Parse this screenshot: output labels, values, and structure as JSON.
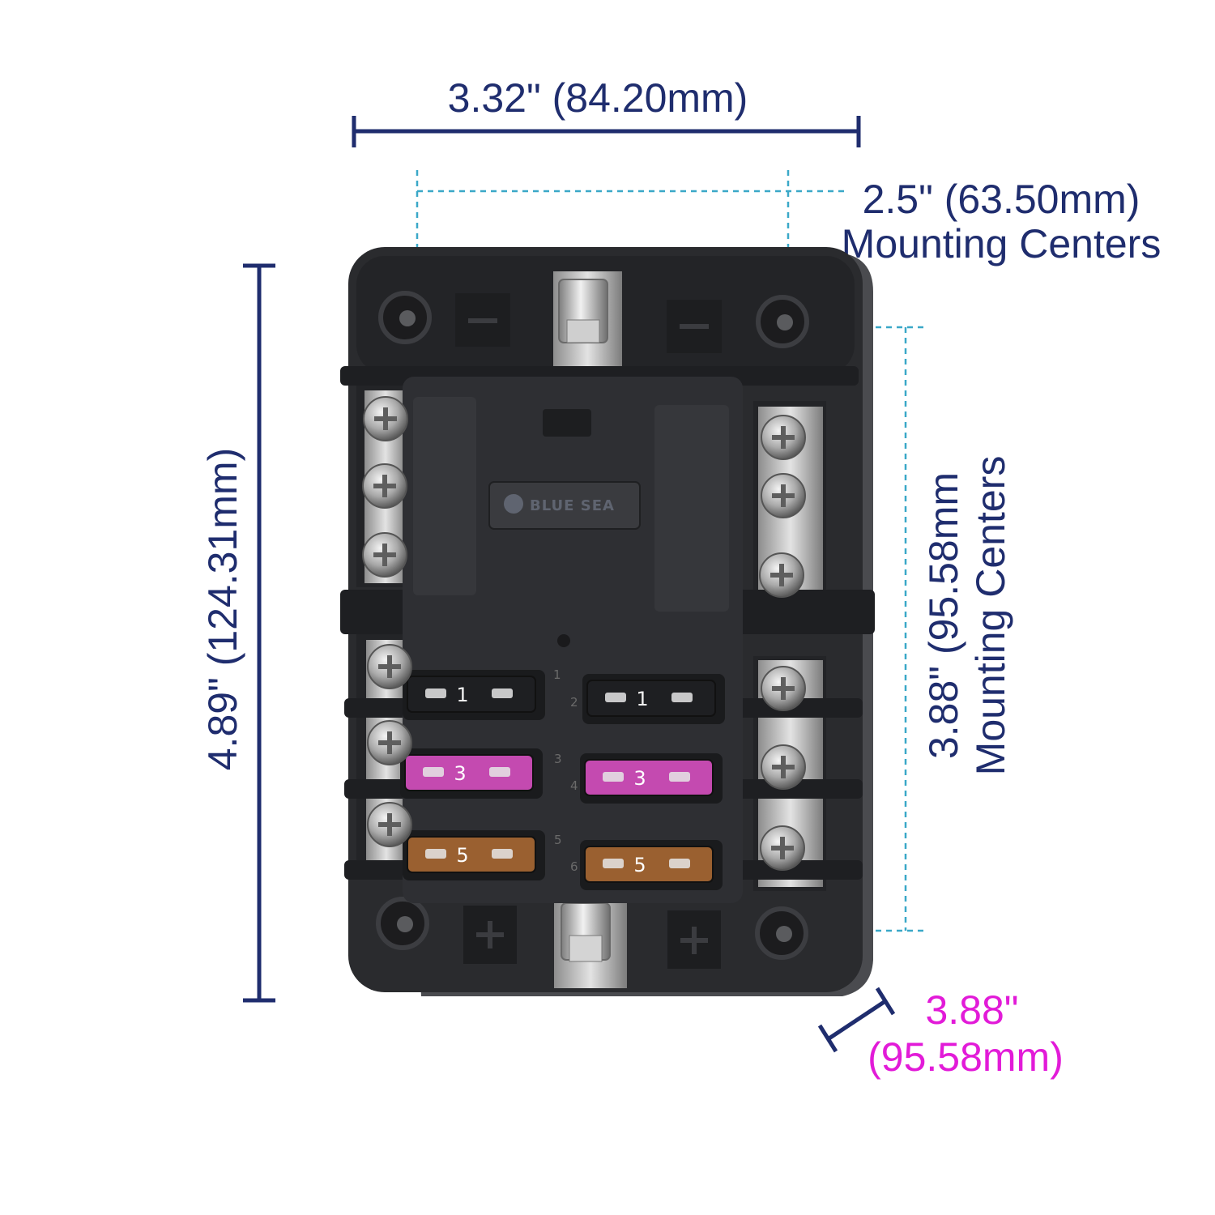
{
  "dimensions": {
    "width": "3.32\" (84.20mm)",
    "height": "4.89\" (124.31mm)",
    "mount_horizontal_value": "2.5\" (63.50mm)",
    "mount_horizontal_label": "Mounting Centers",
    "mount_vertical_value": "3.88\" (95.58mm",
    "mount_vertical_label": "Mounting Centers",
    "depth_inches": "3.88\"",
    "depth_mm": "(95.58mm)"
  },
  "product": {
    "brand": "BLUE SEA",
    "fuses": [
      {
        "slot": "1",
        "rating": "1",
        "color": "#1e1f22"
      },
      {
        "slot": "2",
        "rating": "1",
        "color": "#1e1f22"
      },
      {
        "slot": "3",
        "rating": "3",
        "color": "#c44ab0"
      },
      {
        "slot": "4",
        "rating": "3",
        "color": "#c44ab0"
      },
      {
        "slot": "5",
        "rating": "5",
        "color": "#9a6030"
      },
      {
        "slot": "6",
        "rating": "5",
        "color": "#9a6030"
      }
    ]
  },
  "colors": {
    "dimension_text": "#1f2d6e",
    "depth_text": "#e21bd8",
    "guide_lines": "#3aa8c8",
    "housing": "#2a2b2e"
  }
}
